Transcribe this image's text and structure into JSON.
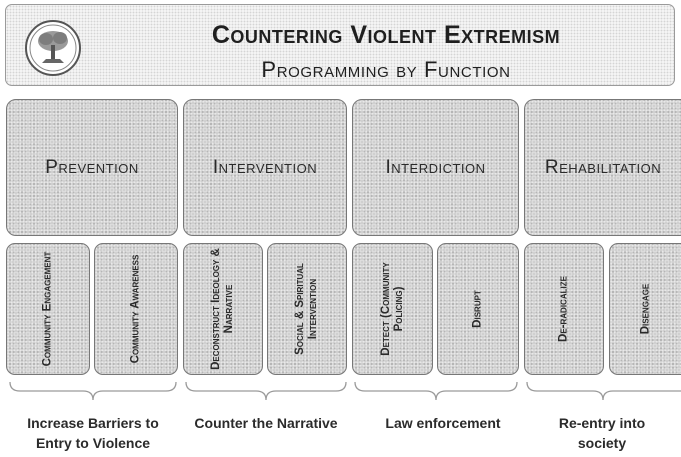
{
  "title": {
    "main": "Countering Violent Extremism",
    "sub": "Programming by Function"
  },
  "logo": {
    "icon": "tree-seal-icon"
  },
  "functions": [
    {
      "label": "Prevention"
    },
    {
      "label": "Intervention"
    },
    {
      "label": "Interdiction"
    },
    {
      "label": "Rehabilitation"
    }
  ],
  "subfunctions": [
    {
      "label": "Community Engagement"
    },
    {
      "label": "Community Awareness"
    },
    {
      "label": "Deconstruct Ideology & Narrative"
    },
    {
      "label": "Social & Spiritual Intervention"
    },
    {
      "label": "Detect (Community Policing)"
    },
    {
      "label": "Disrupt"
    },
    {
      "label": "De-radicalize"
    },
    {
      "label": "Disengage"
    }
  ],
  "outcomes": [
    {
      "line1": "Increase Barriers to",
      "line2": "Entry to Violence"
    },
    {
      "line1": "Counter the Narrative",
      "line2": ""
    },
    {
      "line1": "Law enforcement",
      "line2": ""
    },
    {
      "line1": "Re-entry into",
      "line2": "society"
    }
  ],
  "colors": {
    "box_fill": "#cfcfcf",
    "border": "#777777",
    "text": "#2a2a2a"
  }
}
